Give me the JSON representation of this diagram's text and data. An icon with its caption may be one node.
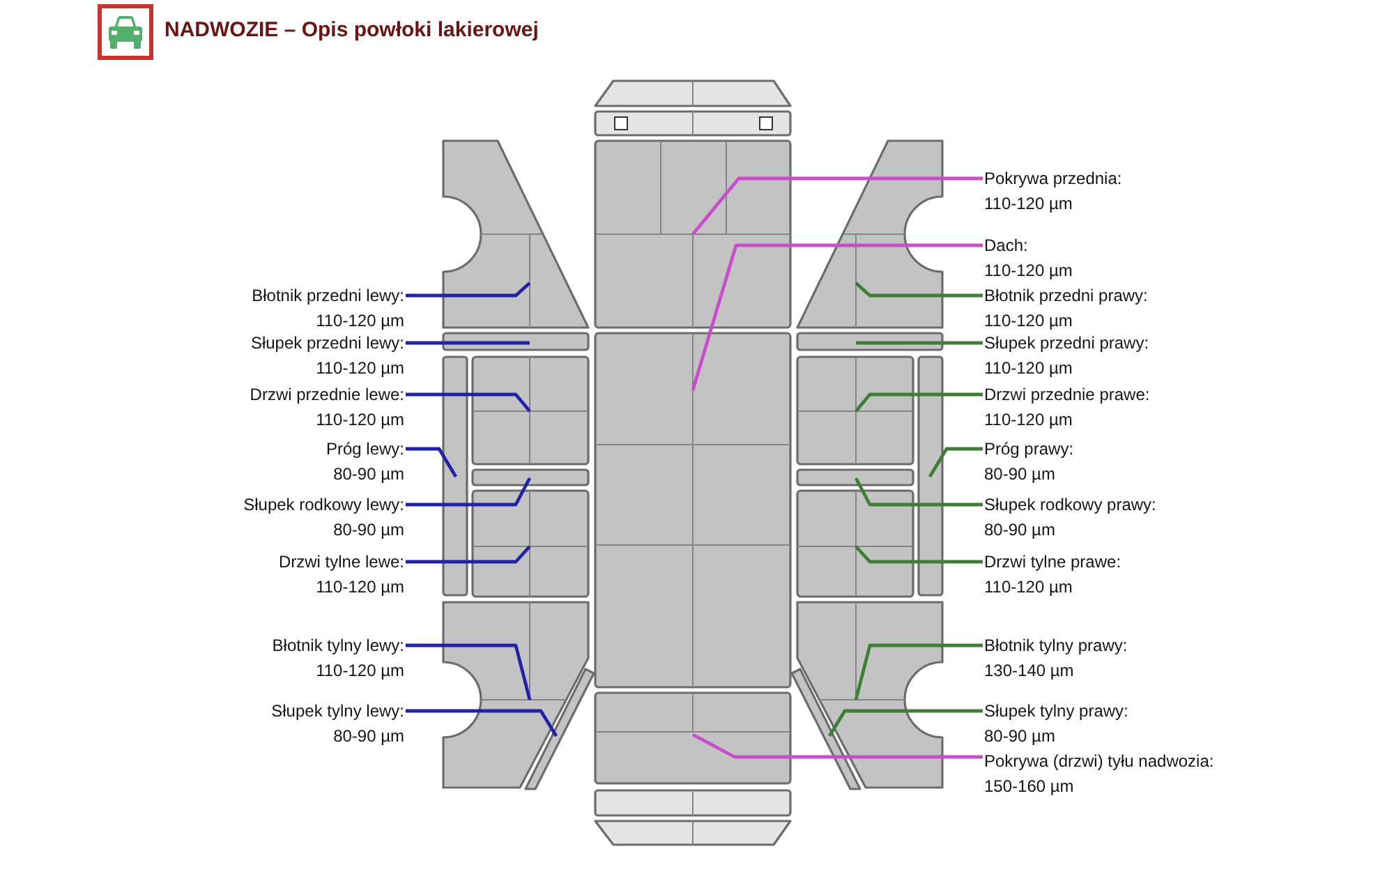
{
  "diagram": {
    "title": "NADWOZIE – Opis powłoki lakierowej",
    "nodes": [
      {
        "text": [
          "Błotnik przedni lewy:",
          "110-120 µm"
        ]
      },
      {
        "text": [
          "Słupek przedni lewy:",
          "110-120 µm"
        ]
      },
      {
        "text": [
          "Drzwi przednie lewe:",
          "110-120 µm"
        ]
      },
      {
        "text": [
          "Próg lewy:",
          "80-90 µm"
        ]
      },
      {
        "text": [
          "Słupek rodkowy lewy:",
          "80-90 µm"
        ]
      },
      {
        "text": [
          "Drzwi tylne lewe:",
          "110-120 µm"
        ]
      },
      {
        "text": [
          "Błotnik tylny lewy:",
          "110-120 µm"
        ]
      },
      {
        "text": [
          "Słupek tylny lewy:",
          "80-90 µm"
        ]
      },
      {
        "text": [
          "Pokrywa przednia:",
          "110-120 µm"
        ]
      },
      {
        "text": [
          "Dach:",
          "110-120 µm"
        ]
      },
      {
        "text": [
          "Błotnik przedni prawy:",
          "110-120 µm"
        ]
      },
      {
        "text": [
          "Słupek przedni prawy:",
          "110-120 µm"
        ]
      },
      {
        "text": [
          "Drzwi przednie prawe:",
          "110-120 µm"
        ]
      },
      {
        "text": [
          "Próg prawy:",
          "80-90 µm"
        ]
      },
      {
        "text": [
          "Słupek rodkowy prawy:",
          "80-90 µm"
        ]
      },
      {
        "text": [
          "Drzwi tylne prawe:",
          "110-120 µm"
        ]
      },
      {
        "text": [
          "Błotnik tylny prawy:",
          "130-140 µm"
        ]
      },
      {
        "text": [
          "Słupek tylny prawy:",
          "80-90 µm"
        ]
      },
      {
        "text": [
          "Pokrywa (drzwi) tyłu nadwozia:",
          "150-160 µm"
        ]
      },
      {
        "text": [],
        "shape": "picture"
      },
      {
        "text": [],
        "shape": "bar"
      },
      {
        "text": [],
        "shape": "box"
      },
      {
        "text": [],
        "shape": "bar"
      },
      {
        "text": [],
        "shape": "bar"
      },
      {
        "text": [],
        "shape": "box"
      },
      {
        "text": [],
        "shape": "picture"
      },
      {
        "text": [],
        "shape": "picture"
      },
      {
        "text": [],
        "shape": "box"
      },
      {
        "text": [],
        "shape": "box"
      },
      {
        "text": [],
        "shape": "picture"
      },
      {
        "text": [],
        "shape": "bar"
      },
      {
        "text": [],
        "shape": "box"
      },
      {
        "text": [],
        "shape": "bar"
      },
      {
        "text": [],
        "shape": "bar"
      },
      {
        "text": [],
        "shape": "box"
      },
      {
        "text": [],
        "shape": "picture"
      },
      {
        "text": [],
        "shape": "picture"
      },
      {
        "text": [],
        "shape": "box"
      }
    ],
    "edges": [
      {
        "from": 0,
        "to": 19,
        "arrow": "none",
        "color": "#2222a6"
      },
      {
        "from": 1,
        "to": 20,
        "arrow": "none",
        "color": "#2222a6"
      },
      {
        "from": 2,
        "to": 21,
        "arrow": "none",
        "color": "#2222a6"
      },
      {
        "from": 3,
        "to": 22,
        "arrow": "none",
        "color": "#2222a6"
      },
      {
        "from": 4,
        "to": 23,
        "arrow": "none",
        "color": "#2222a6"
      },
      {
        "from": 5,
        "to": 24,
        "arrow": "none",
        "color": "#2222a6"
      },
      {
        "from": 6,
        "to": 25,
        "arrow": "none",
        "color": "#2222a6"
      },
      {
        "from": 7,
        "to": 26,
        "arrow": "none",
        "color": "#2222a6"
      },
      {
        "from": 8,
        "to": 27,
        "arrow": "none",
        "color": "#c84ccc"
      },
      {
        "from": 9,
        "to": 28,
        "arrow": "none",
        "color": "#c84ccc"
      },
      {
        "from": 10,
        "to": 29,
        "arrow": "none",
        "color": "#3e7f36"
      },
      {
        "from": 11,
        "to": 30,
        "arrow": "none",
        "color": "#3e7f36"
      },
      {
        "from": 12,
        "to": 31,
        "arrow": "none",
        "color": "#3e7f36"
      },
      {
        "from": 13,
        "to": 32,
        "arrow": "none",
        "color": "#3e7f36"
      },
      {
        "from": 14,
        "to": 33,
        "arrow": "none",
        "color": "#3e7f36"
      },
      {
        "from": 15,
        "to": 34,
        "arrow": "none",
        "color": "#3e7f36"
      },
      {
        "from": 16,
        "to": 35,
        "arrow": "none",
        "color": "#3e7f36"
      },
      {
        "from": 17,
        "to": 36,
        "arrow": "none",
        "color": "#3e7f36"
      },
      {
        "from": 18,
        "to": 37,
        "arrow": "none",
        "color": "#c84ccc"
      }
    ]
  }
}
